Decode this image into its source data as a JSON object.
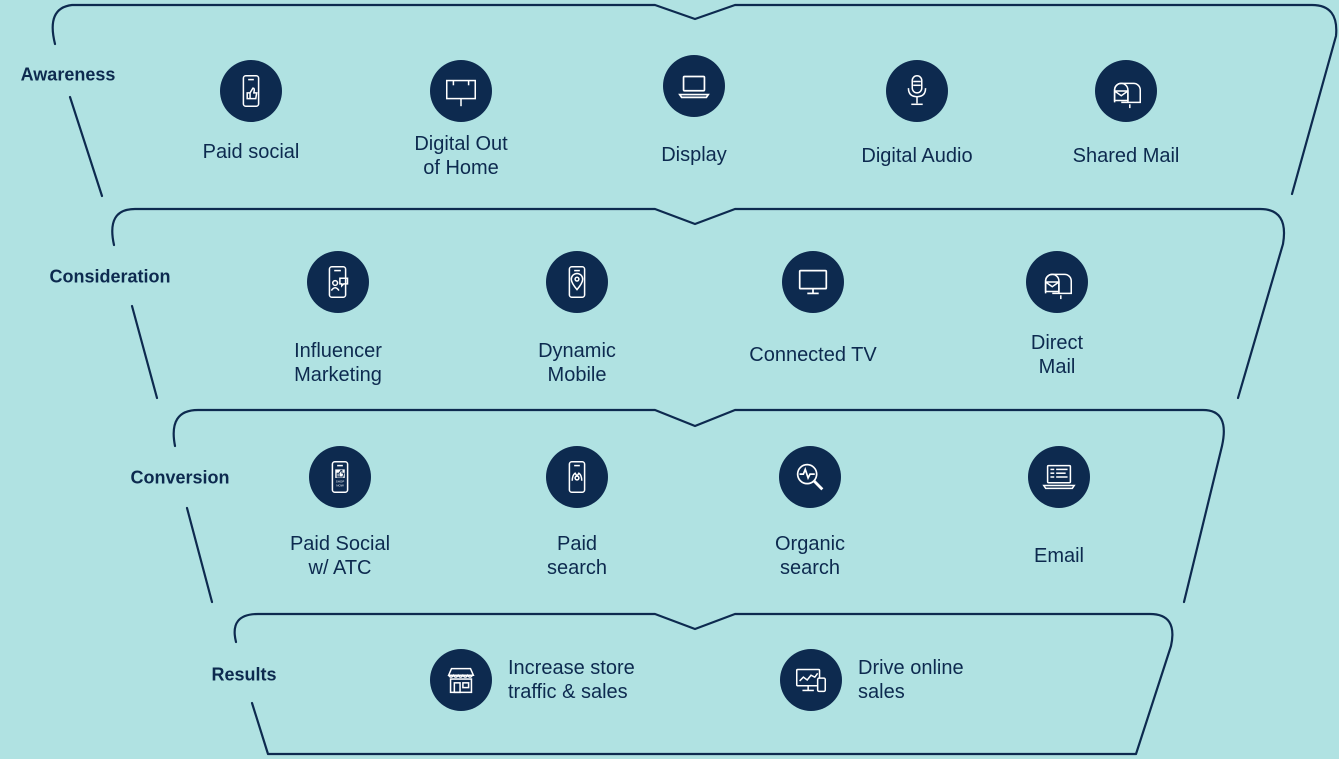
{
  "colors": {
    "background": "#b0e2e2",
    "ink": "#0d2a4f",
    "icon_fill": "#0d2a4f"
  },
  "stages": {
    "awareness": "Awareness",
    "consideration": "Consideration",
    "conversion": "Conversion",
    "results": "Results"
  },
  "awareness": [
    {
      "label": "Paid social",
      "icon": "smartphone-thumbs-up-icon"
    },
    {
      "label": "Digital Out\nof Home",
      "icon": "billboard-icon"
    },
    {
      "label": "Display",
      "icon": "laptop-icon"
    },
    {
      "label": "Digital Audio",
      "icon": "microphone-icon"
    },
    {
      "label": "Shared Mail",
      "icon": "mailbox-icon"
    }
  ],
  "consideration": [
    {
      "label": "Influencer\nMarketing",
      "icon": "smartphone-influencer-icon"
    },
    {
      "label": "Dynamic\nMobile",
      "icon": "smartphone-location-icon"
    },
    {
      "label": "Connected TV",
      "icon": "monitor-icon"
    },
    {
      "label": "Direct\nMail",
      "icon": "mailbox-icon"
    }
  ],
  "conversion": [
    {
      "label": "Paid Social\nw/ ATC",
      "icon": "smartphone-shop-now-icon",
      "icon_text": "SHOP\nNOW"
    },
    {
      "label": "Paid\nsearch",
      "icon": "smartphone-search-icon"
    },
    {
      "label": "Organic\nsearch",
      "icon": "magnifier-pulse-icon"
    },
    {
      "label": "Email",
      "icon": "laptop-email-icon"
    }
  ],
  "results": [
    {
      "label": "Increase store\ntraffic & sales",
      "icon": "storefront-icon"
    },
    {
      "label": "Drive online\nsales",
      "icon": "devices-chart-icon"
    }
  ]
}
